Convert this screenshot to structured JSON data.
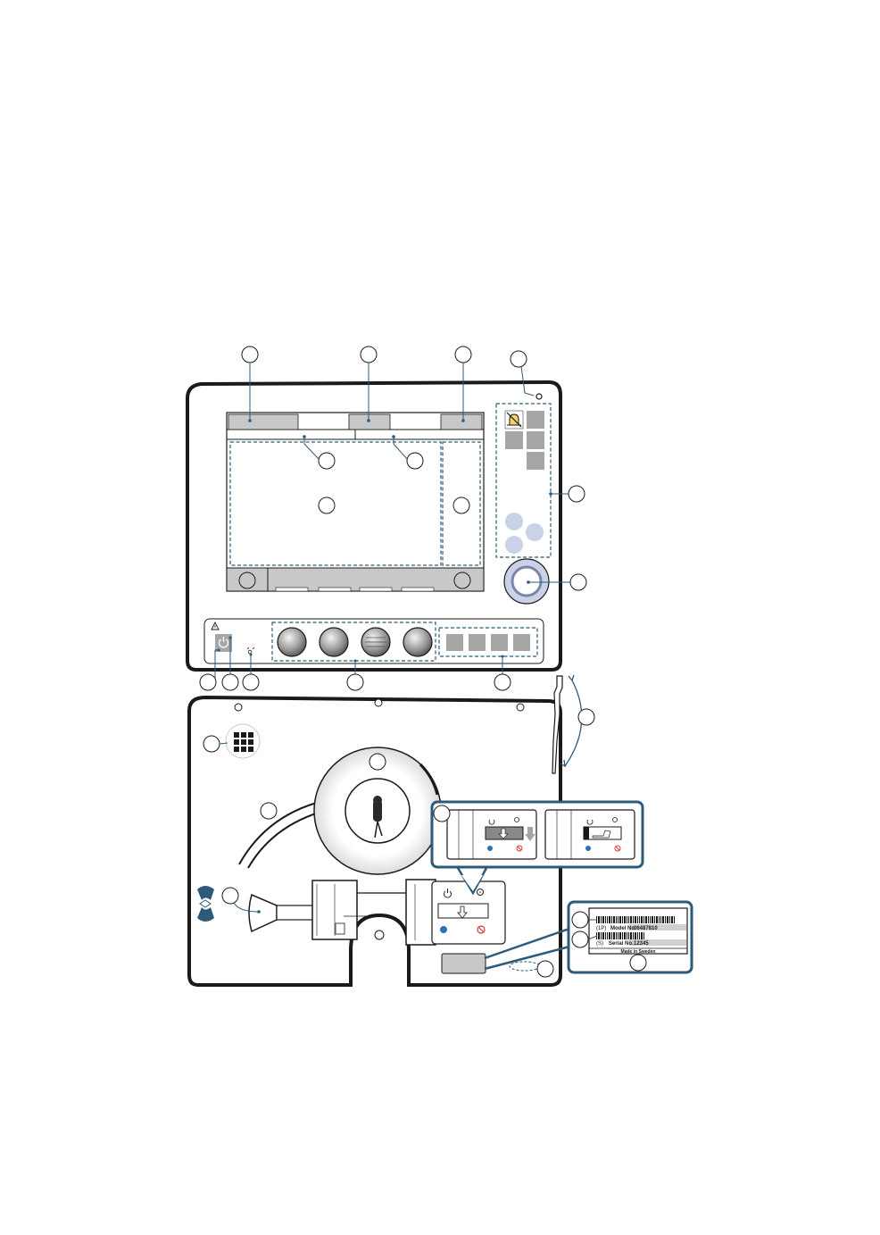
{
  "colors": {
    "line": "#1a1a1a",
    "callout_blue": "#2e5a7a",
    "panel_gray": "#c8c8c8",
    "button_gray": "#a6a6a6",
    "control_gray": "#d0d3d8",
    "light_blue": "#c9d2e6",
    "knob_ring": "#7b86a6",
    "white": "#ffffff"
  },
  "icons": {
    "alarm_silence": "alarm-bell-crossed-icon",
    "power": "power-icon",
    "warning": "warning-triangle-icon",
    "keypad": "keypad-grid-icon",
    "rotate": "rotate-arrow-icon"
  },
  "label_plate": {
    "model_prefix": "(1P)",
    "model_label": "Model No.",
    "model_value": "06487810",
    "serial_prefix": "(S)",
    "serial_label": "Serial No.",
    "serial_value": "12345",
    "origin": "Made in Sweden"
  }
}
